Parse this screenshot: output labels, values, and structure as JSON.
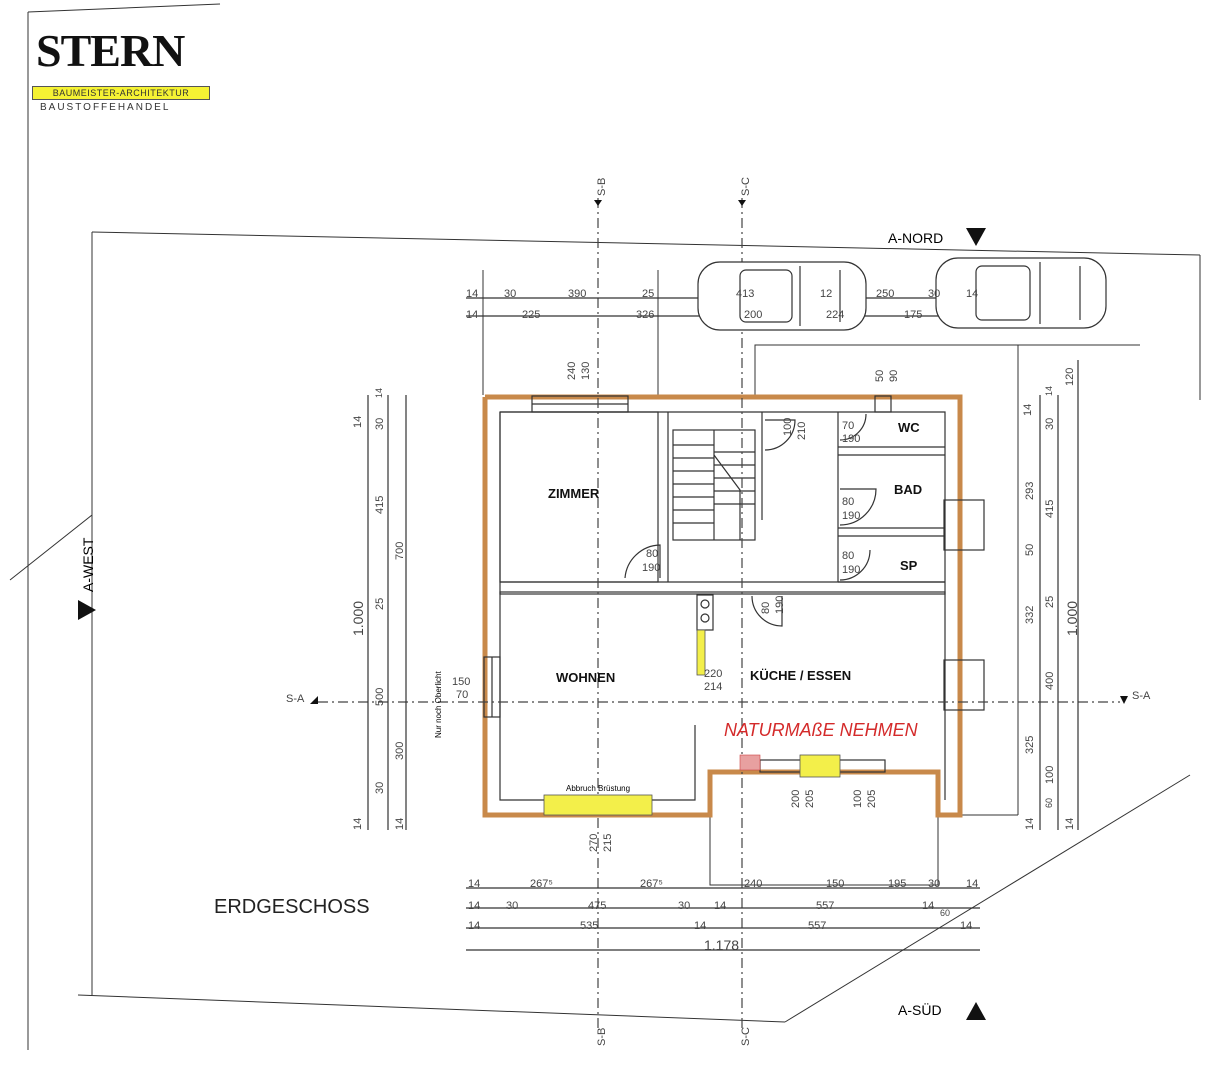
{
  "logo": {
    "name": "STERN",
    "band": "BAUMEISTER-ARCHITEKTUR",
    "sub": "BAUSTOFFEHANDEL"
  },
  "sheet": {
    "title": "ERDGESCHOSS",
    "north": "A-NORD",
    "south": "A-SÜD",
    "west": "A-WEST",
    "section_a": "S-A",
    "section_b": "S-B",
    "section_c": "S-C",
    "note": "NATURMAßE NEHMEN",
    "demolition": "Abbruch Brüstung",
    "skylight_note": "Nur noch Oberlicht"
  },
  "rooms": {
    "zimmer": "ZIMMER",
    "wohnen": "WOHNEN",
    "kueche": "KÜCHE / ESSEN",
    "wc": "WC",
    "bad": "BAD",
    "sp": "SP"
  },
  "dims_top": {
    "row1": [
      "14",
      "30",
      "390",
      "25",
      "413",
      "12",
      "250",
      "30",
      "14"
    ],
    "row2": [
      "14",
      "225",
      "326",
      "200",
      "224",
      "175"
    ]
  },
  "dims_bottom": {
    "row1": [
      "14",
      "267⁵",
      "267⁵",
      "240",
      "150",
      "195",
      "30",
      "14"
    ],
    "row2": [
      "14",
      "30",
      "475",
      "30",
      "14",
      "557",
      "14",
      "60"
    ],
    "row3": [
      "14",
      "535",
      "14",
      "557",
      "14"
    ],
    "total": "1.178"
  },
  "dims_left": [
    "14",
    "30",
    "14",
    "415",
    "700",
    "25",
    "1.000",
    "500",
    "300",
    "30",
    "14",
    "14"
  ],
  "dims_right": [
    "14",
    "30",
    "14",
    "120",
    "293",
    "415",
    "50",
    "25",
    "1.000",
    "332",
    "400",
    "325",
    "100",
    "60",
    "14",
    "14"
  ],
  "openings": {
    "w_top_zimmer": [
      "240",
      "130"
    ],
    "d_stair": [
      "80",
      "190"
    ],
    "d_corr": [
      "100",
      "210"
    ],
    "d_wc": [
      "70",
      "190"
    ],
    "d_bad": [
      "80",
      "190"
    ],
    "d_sp": [
      "80",
      "190"
    ],
    "d_kueche": [
      "80",
      "190"
    ],
    "w_wc_top": [
      "50",
      "90"
    ],
    "w_west": [
      "150",
      "70"
    ],
    "chimney": [
      "220",
      "214"
    ],
    "w_south": [
      "270",
      "215"
    ],
    "w_south2": [
      "200",
      "205"
    ],
    "w_south3": [
      "100",
      "205"
    ]
  },
  "colors": {
    "outer_wall": "#c8894a",
    "highlight": "#f3ef4a",
    "note_red": "#d42a2a",
    "line": "#333333"
  }
}
